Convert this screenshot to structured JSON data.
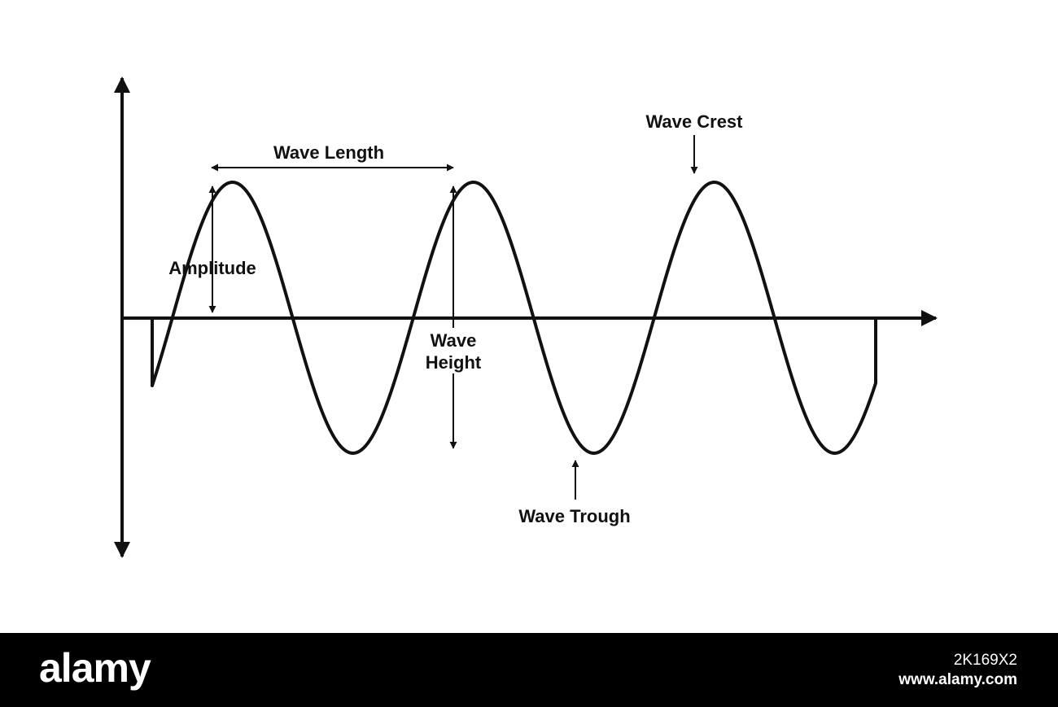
{
  "diagram": {
    "labels": {
      "wave_length": "Wave Length",
      "wave_crest": "Wave Crest",
      "amplitude": "Amplitude",
      "wave_height_line1": "Wave",
      "wave_height_line2": "Height",
      "wave_trough": "Wave Trough"
    },
    "colors": {
      "stroke": "#111111",
      "background": "#ffffff"
    }
  },
  "footer": {
    "brand": "alamy",
    "image_id": "2K169X2",
    "site": "www.alamy.com",
    "background": "#000000"
  }
}
